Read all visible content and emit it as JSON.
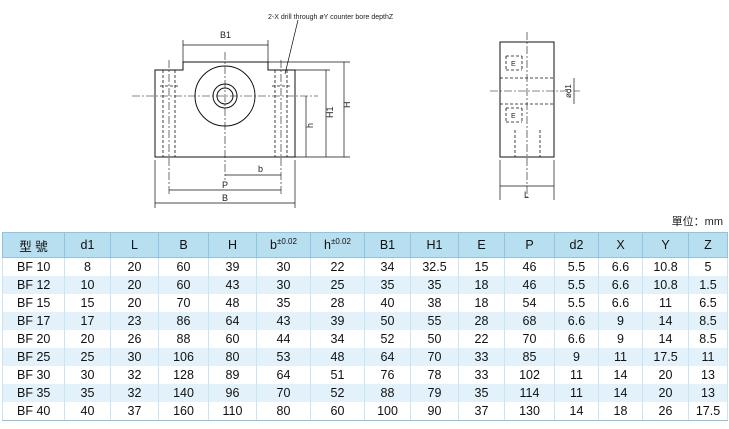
{
  "drawing": {
    "callout": "2-X drill through øY counter bore depthZ",
    "front_labels": {
      "B1": "B1",
      "h": "h",
      "H1": "H1",
      "H": "H",
      "b": "b",
      "P": "P",
      "B": "B"
    },
    "side_labels": {
      "E": "E",
      "d1": "ød1",
      "L": "L"
    }
  },
  "unit_label": "單位：mm",
  "table": {
    "headers": [
      "型 號",
      "d1",
      "L",
      "B",
      "H",
      "b",
      "h",
      "B1",
      "H1",
      "E",
      "P",
      "d2",
      "X",
      "Y",
      "Z"
    ],
    "header_sup": {
      "b": "±0.02",
      "h": "±0.02"
    },
    "rows": [
      [
        "BF 10",
        "8",
        "20",
        "60",
        "39",
        "30",
        "22",
        "34",
        "32.5",
        "15",
        "46",
        "5.5",
        "6.6",
        "10.8",
        "5"
      ],
      [
        "BF 12",
        "10",
        "20",
        "60",
        "43",
        "30",
        "25",
        "35",
        "35",
        "18",
        "46",
        "5.5",
        "6.6",
        "10.8",
        "1.5"
      ],
      [
        "BF 15",
        "15",
        "20",
        "70",
        "48",
        "35",
        "28",
        "40",
        "38",
        "18",
        "54",
        "5.5",
        "6.6",
        "11",
        "6.5"
      ],
      [
        "BF 17",
        "17",
        "23",
        "86",
        "64",
        "43",
        "39",
        "50",
        "55",
        "28",
        "68",
        "6.6",
        "9",
        "14",
        "8.5"
      ],
      [
        "BF 20",
        "20",
        "26",
        "88",
        "60",
        "44",
        "34",
        "52",
        "50",
        "22",
        "70",
        "6.6",
        "9",
        "14",
        "8.5"
      ],
      [
        "BF 25",
        "25",
        "30",
        "106",
        "80",
        "53",
        "48",
        "64",
        "70",
        "33",
        "85",
        "9",
        "11",
        "17.5",
        "11"
      ],
      [
        "BF 30",
        "30",
        "32",
        "128",
        "89",
        "64",
        "51",
        "76",
        "78",
        "33",
        "102",
        "11",
        "14",
        "20",
        "13"
      ],
      [
        "BF 35",
        "35",
        "32",
        "140",
        "96",
        "70",
        "52",
        "88",
        "79",
        "35",
        "114",
        "11",
        "14",
        "20",
        "13"
      ],
      [
        "BF 40",
        "40",
        "37",
        "160",
        "110",
        "80",
        "60",
        "100",
        "90",
        "37",
        "130",
        "14",
        "18",
        "26",
        "17.5"
      ]
    ]
  },
  "colors": {
    "header_bg": "#b8dff0",
    "alt_row": "#e3f2fa",
    "line": "#111111"
  }
}
